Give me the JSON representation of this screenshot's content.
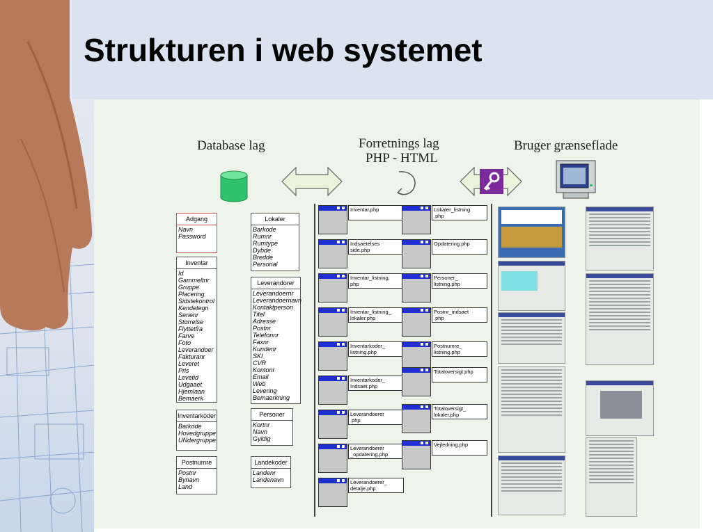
{
  "slide": {
    "title": "Strukturen i web systemet"
  },
  "columns": {
    "database": "Database lag",
    "business_line1": "Forretnings lag",
    "business_line2": "PHP - HTML",
    "ui": "Bruger grænseflade"
  },
  "entities": [
    {
      "name": "Adgang",
      "fields": [
        "Navn",
        "Password"
      ],
      "accent": "#c0504d"
    },
    {
      "name": "Inventar",
      "fields": [
        "Id",
        "Gammeltnr",
        "Gruppe",
        "Placering",
        "Sidstekontrol",
        "Kendetegn",
        "Serienr",
        "Storrelse",
        "Flyttetfra",
        "Farve",
        "Foto",
        "Leverandoer",
        "Fakturanr",
        "Leveret",
        "Pris",
        "Levetid",
        "Udgaaet",
        "Hjemlaan",
        "Bemaerk"
      ]
    },
    {
      "name": "Inventarkoder",
      "fields": [
        "Barkode",
        "Hovedgruppe",
        "UNdergruppe"
      ]
    },
    {
      "name": "Postnumre",
      "fields": [
        "Postnr",
        "Bynavn",
        "Land"
      ]
    },
    {
      "name": "Lokaler",
      "fields": [
        "Barkode",
        "Rumnr",
        "Rumtype",
        "Dybde",
        "Bredde",
        "Personal"
      ]
    },
    {
      "name": "Leverandorer",
      "fields": [
        "Leverandoernr",
        "Leverandoernavn",
        "Kontaktperson",
        "Titel",
        "Adresse",
        "Postnr",
        "Telefonnr",
        "Faxnr",
        "Kundenr",
        "SKI",
        "CVR",
        "Kontonr",
        "Email",
        "Web",
        "Levering",
        "Bemaerkning"
      ]
    },
    {
      "name": "Personer",
      "fields": [
        "Kortnr",
        "Navn",
        "Gyldig"
      ]
    },
    {
      "name": "Landekoder",
      "fields": [
        "Landenr",
        "Landenavn"
      ]
    }
  ],
  "pages_col1": [
    {
      "line1": "Inventar.php",
      "line2": ""
    },
    {
      "line1": "Indsaetelses",
      "line2": "side.php"
    },
    {
      "line1": "Inventar_listning.",
      "line2": "php"
    },
    {
      "line1": "Inventar_listning_",
      "line2": "lokaler.php"
    },
    {
      "line1": "Inventarkoder_",
      "line2": "listning.php"
    },
    {
      "line1": "Inventarkoder_",
      "line2": "Indsaet.php"
    },
    {
      "line1": "Leverandoerer",
      "line2": ".php"
    },
    {
      "line1": "Leverandoerer",
      "line2": "_opdatering.php"
    },
    {
      "line1": "Leverandoerer_",
      "line2": "detalje.php"
    }
  ],
  "pages_col2": [
    {
      "line1": "Lokaler_listning",
      "line2": ".php"
    },
    {
      "line1": "Opdatering.php",
      "line2": ""
    },
    {
      "line1": "Personer_",
      "line2": "listning.php"
    },
    {
      "line1": "Postnr_indsaet",
      "line2": ".php"
    },
    {
      "line1": "Postnumre_",
      "line2": "listning.php"
    },
    {
      "line1": "Totaloversigt.php",
      "line2": ""
    },
    {
      "line1": "Totaloversigt_",
      "line2": "lokaler.php"
    },
    {
      "line1": "Vejledning.php",
      "line2": ""
    }
  ],
  "colors": {
    "title_bar": "#dbe3f0",
    "diagram_bg": "#eef4ea",
    "window_bar": "#1f2fd0",
    "database": "#2ec36a",
    "key": "#7a2a9a"
  },
  "icons": [
    "database-icon",
    "double-arrow-icon",
    "cycle-arrow-icon",
    "key-icon",
    "computer-icon"
  ]
}
